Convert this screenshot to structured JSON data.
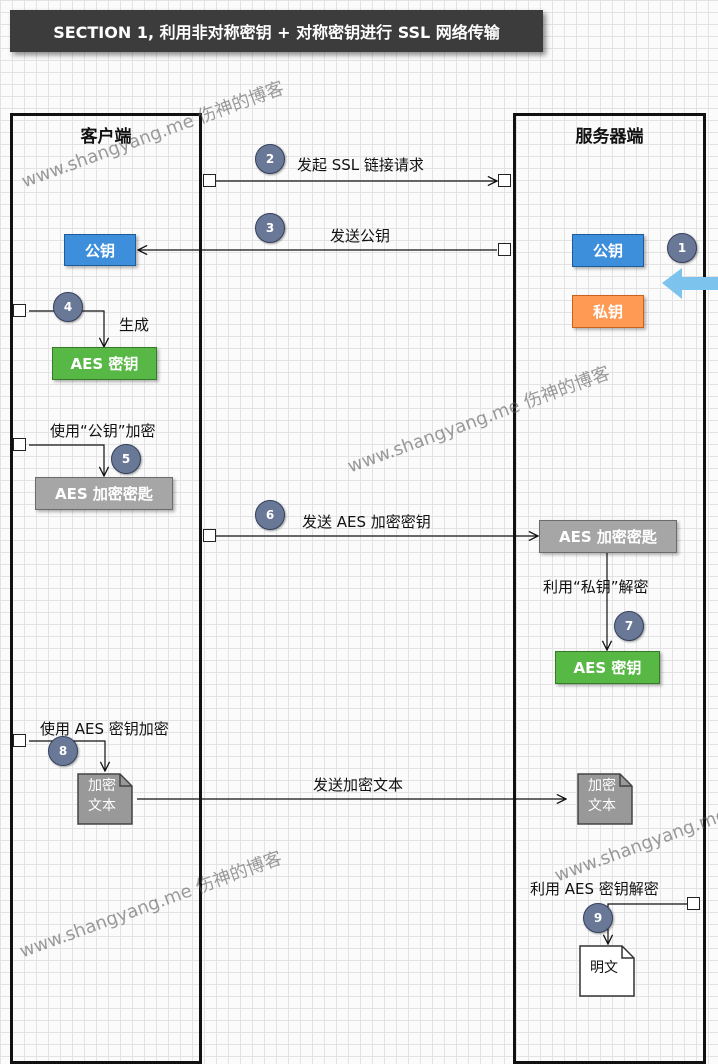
{
  "title": "SECTION 1, 利用非对称密钥 + 对称密钥进行 SSL 网络传输",
  "client": {
    "title": "客户端",
    "public_key": "公钥",
    "generate_label": "生成",
    "aes_key": "AES 密钥",
    "encrypt_with_public_label": "使用“公钥”加密",
    "aes_encrypted_key": "AES 加密密匙",
    "encrypt_with_aes_label": "使用 AES 密钥加密",
    "encrypted_text": "加密\n文本"
  },
  "server": {
    "title": "服务器端",
    "public_key": "公钥",
    "private_key": "私钥",
    "aes_encrypted_key": "AES 加密密匙",
    "decrypt_with_private_label": "利用“私钥”解密",
    "aes_key": "AES 密钥",
    "encrypted_text": "加密\n文本",
    "decrypt_with_aes_label": "利用 AES 密钥解密",
    "plain_text": "明文"
  },
  "messages": {
    "ssl_request": "发起 SSL 链接请求",
    "send_public_key": "发送公钥",
    "send_aes_encrypted_key": "发送 AES 加密密钥",
    "send_encrypted_text": "发送加密文本"
  },
  "steps": [
    "1",
    "2",
    "3",
    "4",
    "5",
    "6",
    "7",
    "8",
    "9"
  ],
  "watermark": "www.shangyang.me 伤神的博客",
  "colors": {
    "public_key": "#3d8fdc",
    "aes_key": "#58b846",
    "encrypted": "#a6a6a6",
    "private_key": "#ff9a55",
    "step_circle": "#6a7898",
    "incoming_arrow": "#7cc4ee"
  }
}
